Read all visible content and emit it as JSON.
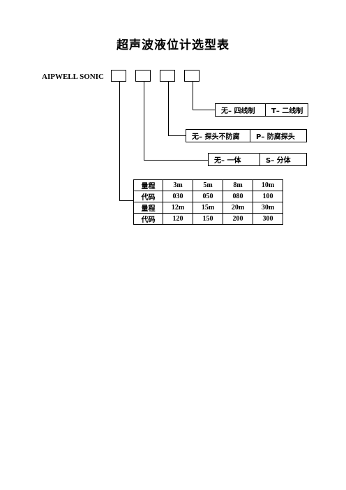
{
  "title": "超声波液位计选型表",
  "model_prefix": "AIPWELL SONIC",
  "options": [
    {
      "a": "无– 四线制",
      "b": "T– 二线制"
    },
    {
      "a": "无– 探头不防腐",
      "b": "P– 防腐探头"
    },
    {
      "a": "无– 一体",
      "b": "S– 分体"
    }
  ],
  "range_table": {
    "rows": [
      {
        "label": "量程",
        "values": [
          "3m",
          "5m",
          "8m",
          "10m"
        ]
      },
      {
        "label": "代码",
        "values": [
          "030",
          "050",
          "080",
          "100"
        ]
      },
      {
        "label": "量程",
        "values": [
          "12m",
          "15m",
          "20m",
          "30m"
        ]
      },
      {
        "label": "代码",
        "values": [
          "120",
          "150",
          "200",
          "300"
        ]
      }
    ]
  }
}
